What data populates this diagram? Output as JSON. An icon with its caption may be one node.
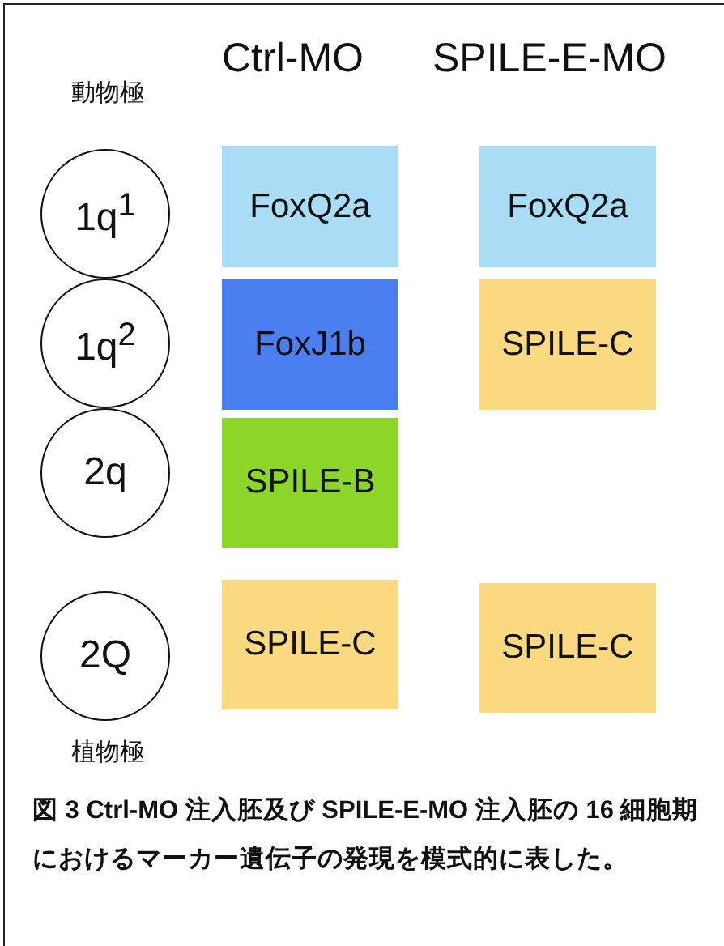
{
  "diagram": {
    "caption": "図 3 Ctrl-MO 注入胚及び SPILE-E-MO 注入胚の 16 細胞期におけるマーカー遺伝子の発現を模式的に表した。",
    "nodes": [
      {
        "text": [
          "1q$^{1}$"
        ]
      },
      {
        "text": [
          "1q$^{2}$"
        ]
      },
      {
        "text": [
          "2q"
        ]
      },
      {
        "text": [
          "2Q"
        ]
      },
      {
        "text": [
          "FoxQ2a"
        ]
      },
      {
        "text": [
          "FoxJ1b"
        ]
      },
      {
        "text": [
          "SPILE-B"
        ]
      },
      {
        "text": [
          "SPILE-C"
        ]
      },
      {
        "text": [
          "FoxQ2a"
        ]
      },
      {
        "text": [
          "SPILE-C"
        ]
      },
      {
        "text": [
          "SPILE-C"
        ]
      }
    ],
    "edges": [],
    "labels": [
      "動物極",
      "Ctrl-MO",
      "SPILE-E-MO",
      "植物極"
    ]
  }
}
